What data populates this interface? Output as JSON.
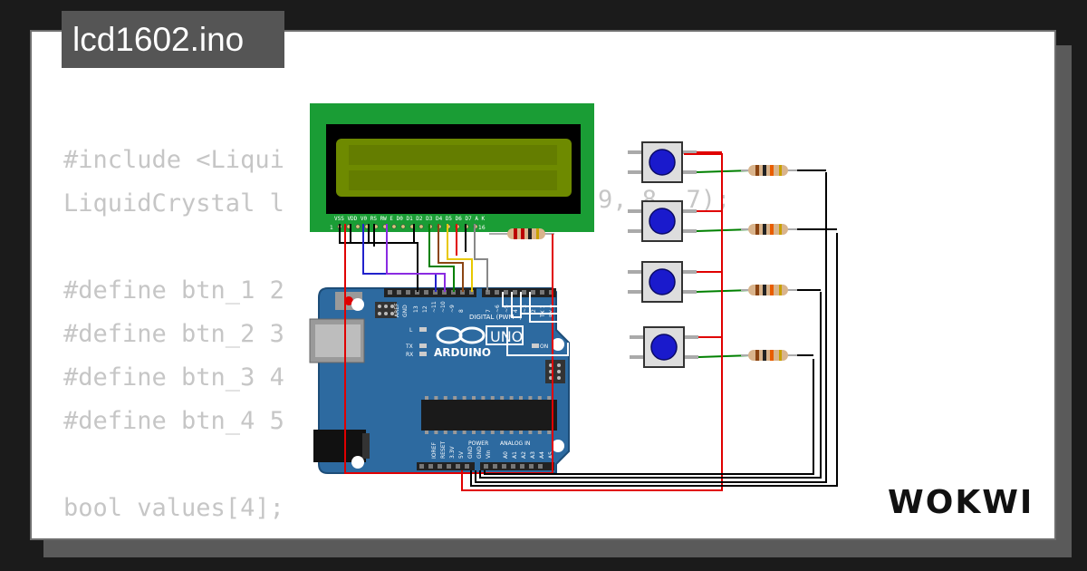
{
  "title": "lcd1602.ino",
  "code_lines": [
    "#include <Liqui",
    "LiquidCrystal l",
    "",
    "#define btn_1 2",
    "#define btn_2 3",
    "#define btn_3 4",
    "#define btn_4 5",
    "",
    "bool values[4];"
  ],
  "code_fragment_right": "9, 8, 7);",
  "brand": "WOKWI",
  "arduino": {
    "brand": "ARDUINO",
    "model": "UNO",
    "digital_label": "DIGITAL (PWM~)",
    "on_label": "ON",
    "power_label": "POWER",
    "analog_label": "ANALOG IN",
    "l_label": "L",
    "tx_label": "TX",
    "rx_label": "RX",
    "aref_label": "AREF",
    "gnd_label": "GND",
    "power_pins": [
      "IOREF",
      "RESET",
      "3.3V",
      "5V",
      "GND",
      "GND",
      "Vin"
    ],
    "analog_pins": [
      "A0",
      "A1",
      "A2",
      "A3",
      "A4",
      "A5"
    ],
    "digital_pins_left": [
      "13",
      "12",
      "~11",
      "~10",
      "~9",
      "8"
    ],
    "digital_pins_right": [
      "7",
      "~6",
      "~5",
      "4",
      "~3",
      "2",
      "TX 1",
      "RX 0"
    ]
  },
  "lcd": {
    "pin_labels": "VSS VDD V0 RS RW E D0 D1 D2 D3 D4 D5 D6 D7 A K",
    "pin_start": "1",
    "pin_end": "16"
  },
  "colors": {
    "background": "#1b1b1b",
    "card": "#ffffff",
    "title_tab": "#555555",
    "code_text": "#c6c6c6",
    "lcd_pcb": "#1a9d35",
    "lcd_screen": "#6e8a00",
    "arduino_board": "#2d6aa0",
    "button_cap": "#1a1acc",
    "wire_red": "#e00000",
    "wire_green": "#008000",
    "wire_black": "#000000"
  }
}
